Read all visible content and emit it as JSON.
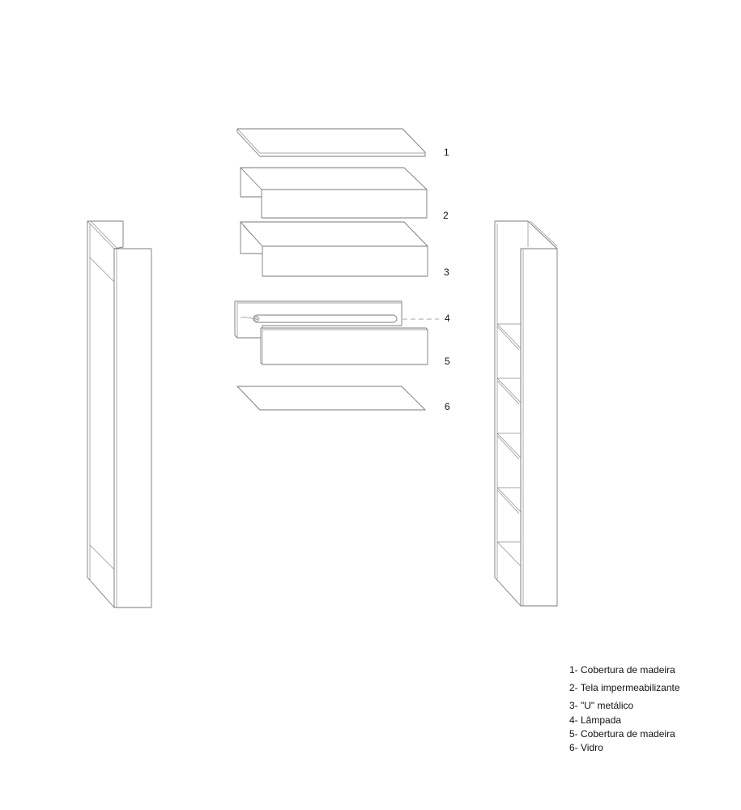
{
  "callouts": [
    "1",
    "2",
    "3",
    "4",
    "5",
    "6"
  ],
  "legend": [
    "1- Cobertura de madeira",
    "2- Tela impermeabilizante",
    "3- \"U\" metálico",
    "4- Lâmpada",
    "5- Cobertura de madeira",
    "6- Vidro"
  ]
}
